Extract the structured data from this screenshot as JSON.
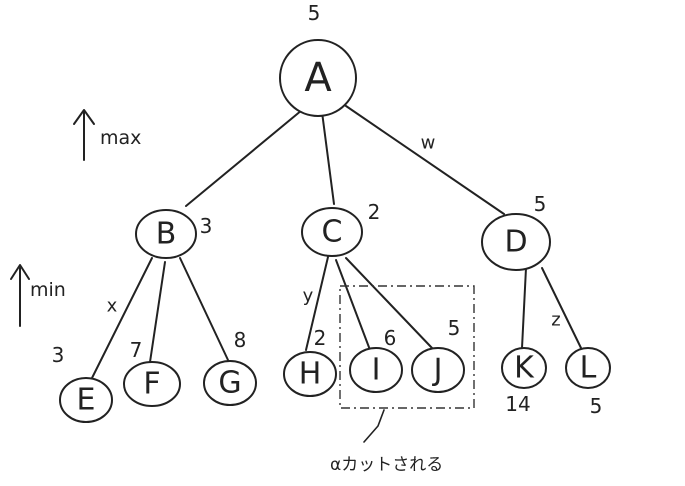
{
  "nodes": {
    "A": {
      "label": "A",
      "value": "5"
    },
    "B": {
      "label": "B",
      "value": "3"
    },
    "C": {
      "label": "C",
      "value": "2"
    },
    "D": {
      "label": "D",
      "value": "5"
    },
    "E": {
      "label": "E",
      "value": "3"
    },
    "F": {
      "label": "F",
      "value": "7"
    },
    "G": {
      "label": "G",
      "value": "8"
    },
    "H": {
      "label": "H",
      "value": "2"
    },
    "I": {
      "label": "I",
      "value": "6"
    },
    "J": {
      "label": "J",
      "value": "5"
    },
    "K": {
      "label": "K",
      "value": "14"
    },
    "L": {
      "label": "L",
      "value": "5"
    }
  },
  "edge_labels": {
    "w": "w",
    "x": "x",
    "y": "y",
    "z": "z"
  },
  "axes": {
    "max": "max",
    "min": "min"
  },
  "cut_caption": "αカットされる"
}
